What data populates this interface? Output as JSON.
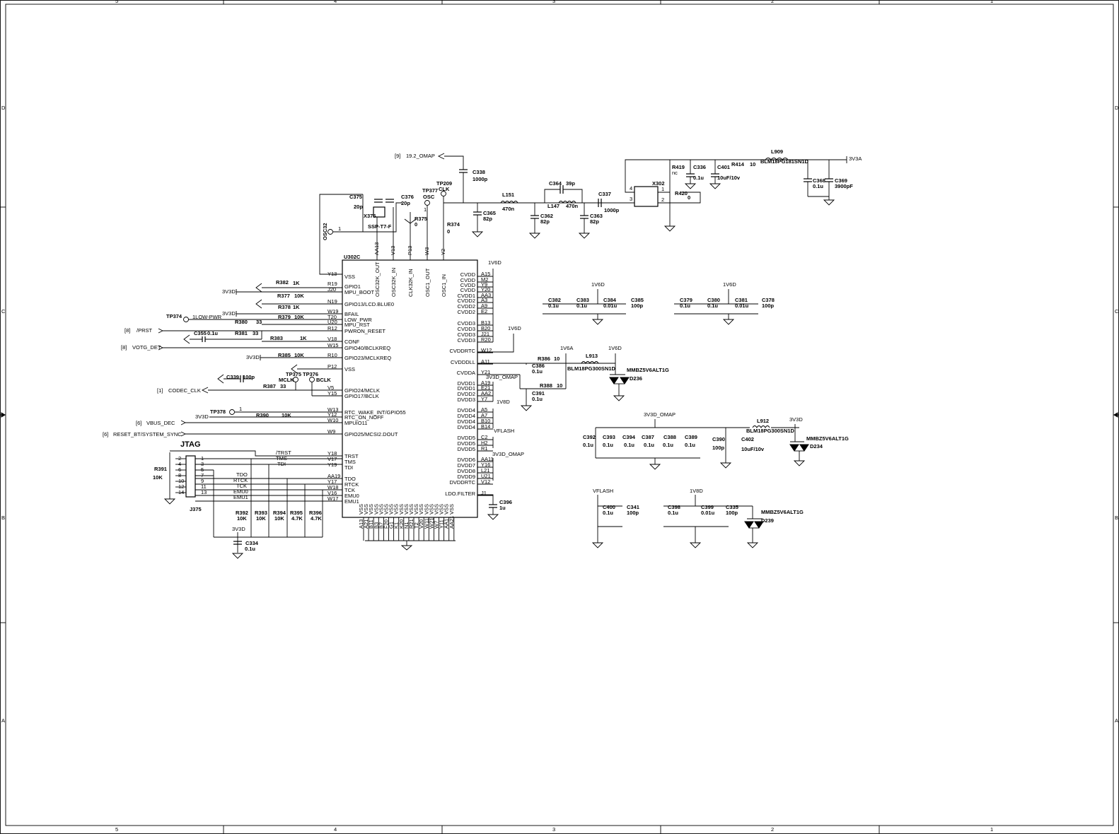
{
  "border": {
    "cols_top": [
      "5",
      "4",
      "3",
      "2",
      "1"
    ],
    "cols_bottom": [
      "5",
      "4",
      "3",
      "2",
      "1"
    ],
    "rows_left": [
      "D",
      "C",
      "B",
      "A"
    ],
    "rows_right": [
      "D",
      "C",
      "B",
      "A"
    ]
  },
  "chip": {
    "ref": "U302C",
    "left_pins": [
      {
        "num": "Y13",
        "name": "VSS"
      },
      {
        "num": "R19",
        "name": "GPIO1"
      },
      {
        "num": "J20",
        "name": "MPU_BOOT"
      },
      {
        "num": "N19",
        "name": "GPIO13/LCD.BLUE0"
      },
      {
        "num": "W19",
        "name": "BFAIL"
      },
      {
        "num": "T20",
        "name": "LOW_PWR"
      },
      {
        "num": "U20",
        "name": "MPU_RST"
      },
      {
        "num": "R12",
        "name": "PWRON_RESET"
      },
      {
        "num": "V18",
        "name": "CONF"
      },
      {
        "num": "W15",
        "name": "GPIO40/BCLKREQ"
      },
      {
        "num": "R10",
        "name": "GPIO23/MCLKREQ"
      },
      {
        "num": "P12",
        "name": "VSS"
      },
      {
        "num": "V5",
        "name": "GPIO24/MCLK"
      },
      {
        "num": "Y15",
        "name": "GPIO17/BCLK"
      },
      {
        "num": "W13",
        "name": "RTC_WAKE_INT/GPIO55"
      },
      {
        "num": "Y12",
        "name": "RTC_ON_NOFF"
      },
      {
        "num": "W10",
        "name": "MPUIO11"
      },
      {
        "num": "W9",
        "name": "GPIO25/MCSI2.DOUT"
      },
      {
        "num": "Y18",
        "name": "TRST"
      },
      {
        "num": "V17",
        "name": "TMS"
      },
      {
        "num": "Y19",
        "name": "TDI"
      },
      {
        "num": "AA19",
        "name": "TDO"
      },
      {
        "num": "Y17",
        "name": "RTCK"
      },
      {
        "num": "W18",
        "name": "TCK"
      },
      {
        "num": "V16",
        "name": "EMU0"
      },
      {
        "num": "W17",
        "name": "EMU1"
      }
    ],
    "top_pins": [
      {
        "num": "AA13",
        "name": "OSC32K_OUT"
      },
      {
        "num": "V13",
        "name": "OSC32K_IN"
      },
      {
        "num": "P13",
        "name": "CLK32K_IN"
      },
      {
        "num": "W3",
        "name": "OSC1_OUT"
      },
      {
        "num": "Y2",
        "name": "OSC1_IN"
      }
    ],
    "right_pins": [
      {
        "num": "A15",
        "name": "CVDD"
      },
      {
        "num": "M2",
        "name": "CVDD"
      },
      {
        "num": "Y9",
        "name": "CVDD"
      },
      {
        "num": "Y20",
        "name": "CVDD"
      },
      {
        "num": "AA3",
        "name": "CVDD1"
      },
      {
        "num": "A3",
        "name": "CVDD2"
      },
      {
        "num": "A9",
        "name": "CVDD2"
      },
      {
        "num": "E2",
        "name": "CVDD2"
      },
      {
        "num": "B13",
        "name": "CVDD3"
      },
      {
        "num": "B20",
        "name": "CVDD3"
      },
      {
        "num": "J21",
        "name": "CVDD3"
      },
      {
        "num": "R20",
        "name": "CVDD3"
      },
      {
        "num": "W12",
        "name": "CVDDRTC"
      },
      {
        "num": "A11",
        "name": "CVDDDLL"
      },
      {
        "num": "Y21",
        "name": "CVDDA"
      },
      {
        "num": "A19",
        "name": "DVDD1"
      },
      {
        "num": "E21",
        "name": "DVDD1"
      },
      {
        "num": "AA2",
        "name": "DVDD2"
      },
      {
        "num": "Y7",
        "name": "DVDD3"
      },
      {
        "num": "A5",
        "name": "DVDD4"
      },
      {
        "num": "A7",
        "name": "DVDD4"
      },
      {
        "num": "B10",
        "name": "DVDD4"
      },
      {
        "num": "B14",
        "name": "DVDD4"
      },
      {
        "num": "C2",
        "name": "DVDD5"
      },
      {
        "num": "H2",
        "name": "DVDD5"
      },
      {
        "num": "R1",
        "name": "DVDD5"
      },
      {
        "num": "AA11",
        "name": "DVDD6"
      },
      {
        "num": "Y16",
        "name": "DVDD7"
      },
      {
        "num": "L21",
        "name": "DVDD8"
      },
      {
        "num": "U21",
        "name": "DVDD9"
      },
      {
        "num": "V12",
        "name": "DVDDRTC"
      },
      {
        "num": "J1",
        "name": "LDO.FILTER"
      }
    ],
    "vss_label": "VSS",
    "bottom_pins": [
      "A13",
      "A21",
      "B11",
      "B3",
      "B7",
      "F20",
      "G1",
      "K1",
      "K20",
      "N1",
      "R21",
      "T2",
      "V20",
      "W11",
      "W21",
      "W7",
      "Y11",
      "AA1",
      "AA21"
    ]
  },
  "labels": {
    "osc_ref": "[9]",
    "osc_net": "19.2_OMAP",
    "jtag_title": "JTAG",
    "tp374": "TP374",
    "low_pwr": "1LOW-PWR",
    "prst_ref": "[8]",
    "prst": "/PRST",
    "votg_ref": "[8]",
    "votg": "VOTG_DET",
    "codec_ref": "[1]",
    "codec": "CODEC_CLK",
    "vbus_ref": "[6]",
    "vbus": "VBUS_DEC",
    "reset_ref": "[6]",
    "reset": "RESET_BT/SYSTEM_SYNC",
    "tp378": "TP378",
    "tp375": "TP375",
    "tp376": "TP376",
    "mclk": "MCLK",
    "bclk": "BCLK",
    "osc32": "OSC32",
    "tp209": "TP209",
    "clk": "CLK",
    "tp377": "TP377",
    "osc": "OSC",
    "rail_3v3d": "3V3D",
    "rail_3v3a": "3V3A",
    "rail_1v6d": "1V6D",
    "rail_1v6a": "1V6A",
    "rail_1v8d": "1V8D",
    "rail_3v3d_omap": "3V3D_OMAP",
    "rail_vflash": "VFLASH",
    "pin_one": "1",
    "pin_two": "2",
    "pin_three": "3",
    "pin_four": "4",
    "jtag_trst": "/TRST",
    "jtag_tms": "TMS",
    "jtag_tdi": "TDI",
    "jtag_tdo": "TDO",
    "jtag_rtck": "RTCK",
    "jtag_tck": "TCK",
    "jtag_emu0": "EMU0",
    "jtag_emu1": "EMU1",
    "jtag_pins_l": [
      "2",
      "4",
      "6",
      "8",
      "10",
      "12",
      "14"
    ],
    "jtag_pins_r": [
      "1",
      "3",
      "5",
      "7",
      "9",
      "11",
      "13"
    ]
  },
  "parts": {
    "R382": "R382",
    "R382v": "1K",
    "R377": "R377",
    "R377v": "10K",
    "R378": "R378",
    "R378v": "1K",
    "R379": "R379",
    "R379v": "10K",
    "R380": "R380",
    "R380v": "33",
    "R381": "R381",
    "R381v": "33",
    "C355": "C355",
    "C355v": "0.1u",
    "R383": "R383",
    "R383v": "1K",
    "R385": "R385",
    "R385v": "10K",
    "C339": "C339",
    "C339v": "100p",
    "R387": "R387",
    "R387v": "33",
    "R390": "R390",
    "R390v": "10K",
    "R391": "R391",
    "R391v": "10K",
    "J375": "J375",
    "R392": "R392",
    "R392v": "10K",
    "R393": "R393",
    "R393v": "10K",
    "R394": "R394",
    "R394v": "10K",
    "R395": "R395",
    "R395v": "4.7K",
    "R396": "R396",
    "R396v": "4.7K",
    "C334": "C334",
    "C334v": "0.1u",
    "C375": "C375",
    "C375v": "20p",
    "C376": "C376",
    "C376v": "20p",
    "X375": "X375",
    "X375v": "SSP-T7-F",
    "R375": "R375",
    "R375v": "0",
    "R374": "R374",
    "R374v": "0",
    "C338": "C338",
    "C338v": "1000p",
    "L151": "L151",
    "L151v": "470n",
    "C365": "C365",
    "C365v": "82p",
    "C362": "C362",
    "C362v": "82p",
    "C364": "C364",
    "C364v": "39p",
    "L147": "L147",
    "L147v": "470n",
    "C363": "C363",
    "C363v": "82p",
    "C337": "C337",
    "C337v": "1000p",
    "X302": "X302",
    "R419": "R419",
    "R419v": "nc",
    "R420": "R420",
    "R420v": "0",
    "C336": "C336",
    "C336v": "0.1u",
    "C401": "C401",
    "C401v": "10uF/10v",
    "R414": "R414",
    "R414v": "10",
    "L909": "L909",
    "L909v": "BLM18PG181SN1D",
    "C368": "C368",
    "C368v": "0.1u",
    "C369": "C369",
    "C369v": "3900pF",
    "C382": "C382",
    "C382v": "0.1u",
    "C383": "C383",
    "C383v": "0.1u",
    "C384": "C384",
    "C384v": "0.01u",
    "C385": "C385",
    "C385v": "100p",
    "C379": "C379",
    "C379v": "0.1u",
    "C380": "C380",
    "C380v": "0.1u",
    "C381": "C381",
    "C381v": "0.01u",
    "C378": "C378",
    "C378v": "100p",
    "R386": "R386",
    "R386v": "10",
    "C386": "C386",
    "C386v": "0.1u",
    "L913": "L913",
    "L913v": "BLM18PG300SN1D",
    "D236": "D236",
    "D236v": "MMBZ5V6ALT1G",
    "R388": "R388",
    "R388v": "10",
    "C391": "C391",
    "C391v": "0.1u",
    "C396": "C396",
    "C396v": "1u",
    "C392": "C392",
    "C392v": "0.1u",
    "C393": "C393",
    "C393v": "0.1u",
    "C394": "C394",
    "C394v": "0.1u",
    "C387": "C387",
    "C387v": "0.1u",
    "C388": "C388",
    "C388v": "0.1u",
    "C389": "C389",
    "C389v": "0.1u",
    "C390": "C390",
    "C390v": "100p",
    "C402": "C402",
    "C402v": "10uF/10v",
    "L912": "L912",
    "L912v": "BLM18PG300SN1D",
    "D234": "D234",
    "D234v": "MMBZ5V6ALT1G",
    "C400": "C400",
    "C400v": "0.1u",
    "C341": "C341",
    "C341v": "100p",
    "C398": "C398",
    "C398v": "0.1u",
    "C399": "C399",
    "C399v": "0.01u",
    "C335": "C335",
    "C335v": "100p",
    "D239": "D239",
    "D239v": "MMBZ5V6ALT1G"
  }
}
